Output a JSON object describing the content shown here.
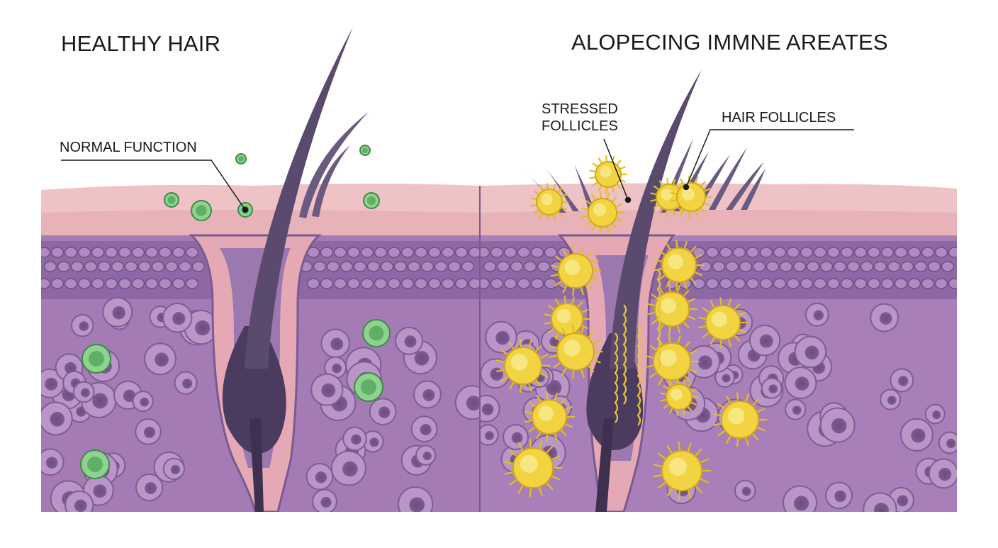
{
  "panels": {
    "left": {
      "title": "HEALTHY HAIR"
    },
    "right": {
      "title": "ALOPECING IMMNE AREATES"
    }
  },
  "annotations": {
    "normal_function": "NORMAL FUNCTION",
    "stressed_follicles": [
      "STRESSED",
      "FOLLICLES"
    ],
    "hair_follicles": "HAIR FOLLICLES"
  },
  "colors": {
    "epidermis": "#efc3c6",
    "dermis": "#a47bb4",
    "cell_layer": "#8e68a4",
    "hair_shaft": "#5a4a6e",
    "healthy_cell": "#6cbb73",
    "immune_cell": "#f2d443"
  }
}
